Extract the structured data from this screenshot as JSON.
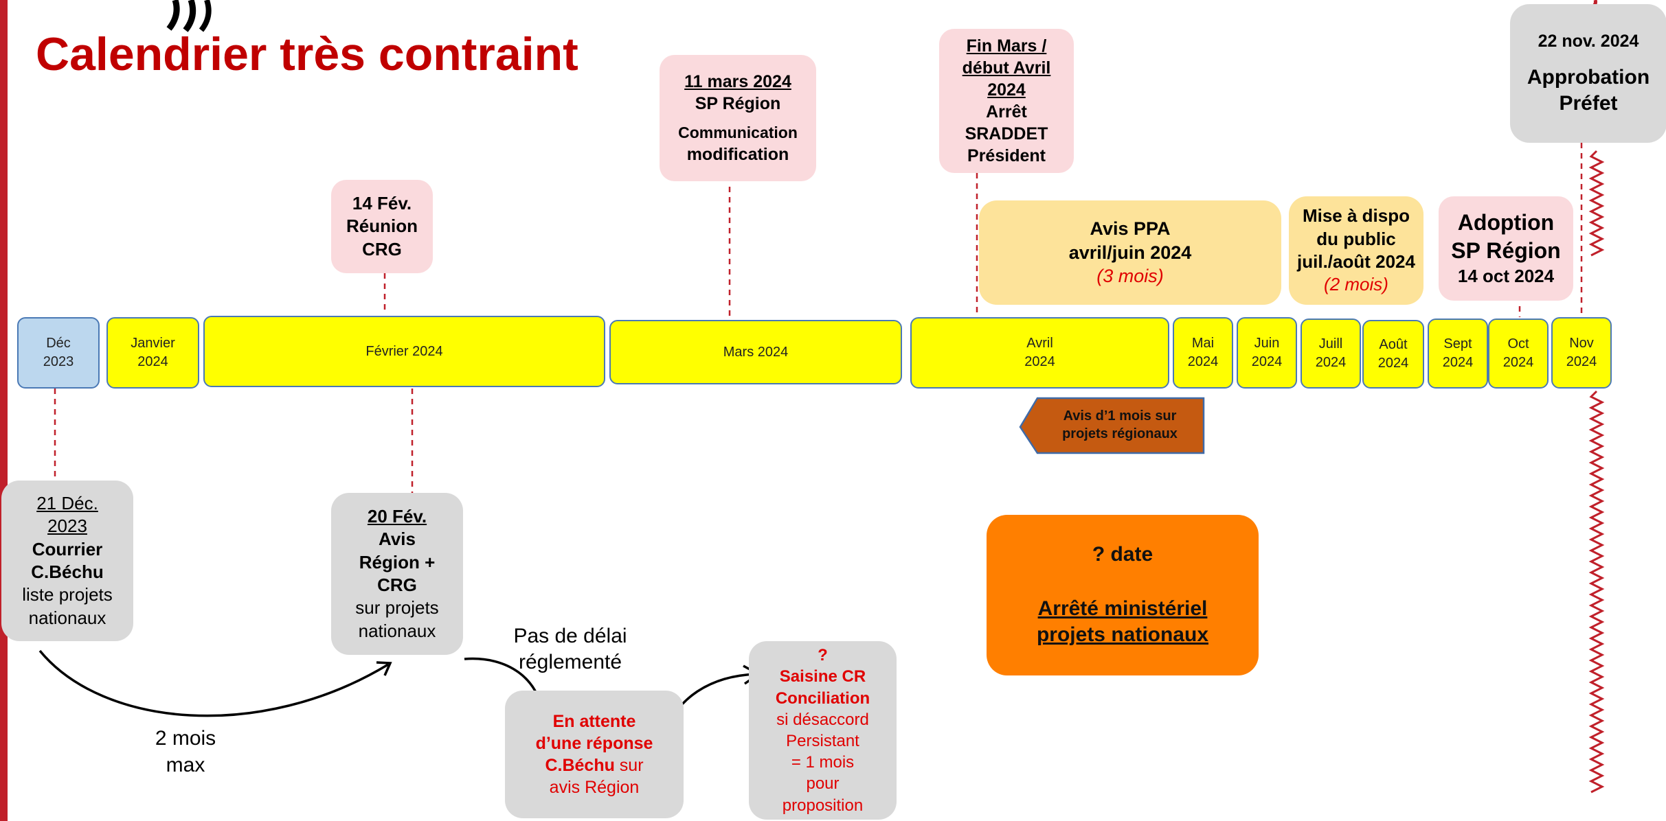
{
  "title": "Calendrier très contraint",
  "months": [
    "Déc\n2023",
    "Janvier\n2024",
    "Février 2024",
    "Mars 2024",
    "Avril\n2024",
    "Mai\n2024",
    "Juin\n2024",
    "Juill\n2024",
    "Août\n2024",
    "Sept\n2024",
    "Oct\n2024",
    "Nov\n2024"
  ],
  "events": {
    "feb14": {
      "line1": "14 Fév.",
      "line2": "Réunion",
      "line3": "CRG"
    },
    "mar11": {
      "date": "11 mars 2024",
      "line2": "SP Région",
      "line3": "Communication",
      "line4": "modification"
    },
    "finmars": {
      "date1": "Fin Mars /",
      "date2": "début Avril",
      "date3": "2024",
      "line4": "Arrêt",
      "line5": "SRADDET",
      "line6": "Président"
    },
    "nov22": {
      "date": "22 nov. 2024",
      "line2": "Approbation",
      "line3": "Préfet"
    },
    "avisppa": {
      "line1": "Avis PPA",
      "line2": "avril/juin 2024",
      "note": "(3 mois)"
    },
    "dispo": {
      "line1": "Mise à dispo",
      "line2": "du public",
      "line3": "juil./août 2024",
      "note": "(2 mois)"
    },
    "adoption": {
      "line1": "Adoption",
      "line2": "SP Région",
      "line3": "14 oct 2024"
    },
    "avis1mois": {
      "line1": "Avis d’1 mois sur",
      "line2": "projets régionaux"
    },
    "dec21": {
      "date1": "21 Déc.",
      "date2": "2023",
      "line3": "Courrier",
      "line4": "C.Béchu",
      "line5": "liste projets",
      "line6": "nationaux"
    },
    "feb20": {
      "date": "20 Fév.",
      "line2": "Avis",
      "line3": "Région +",
      "line4": "CRG",
      "line5": "sur projets",
      "line6": "nationaux"
    },
    "attente": {
      "line1": "En attente",
      "line2": "d’une réponse",
      "line3a": "C.Béchu",
      "line3b": " sur",
      "line4": "avis Région"
    },
    "saisine": {
      "line1": "?",
      "line2": "Saisine CR",
      "line3": "Conciliation",
      "line4": "si désaccord",
      "line5": "Persistant",
      "line6": "= 1 mois",
      "line7": "pour",
      "line8": "proposition"
    },
    "arrete": {
      "line1": "? date",
      "line2": "Arrêté ministériel",
      "line3": "projets nationaux"
    }
  },
  "labels": {
    "deux_mois_1": "2 mois",
    "deux_mois_2": "max",
    "pas_delai_1": "Pas de délai",
    "pas_delai_2": "réglementé"
  },
  "colors": {
    "title": "#c00000",
    "month": "#ffff00",
    "month_border": "#4a79b5",
    "pink": "#fadadd",
    "gray": "#d9d9d9",
    "tan": "#fde39a",
    "orange": "#ff7f00",
    "brown": "#c55a11",
    "red_text": "#e00000"
  }
}
